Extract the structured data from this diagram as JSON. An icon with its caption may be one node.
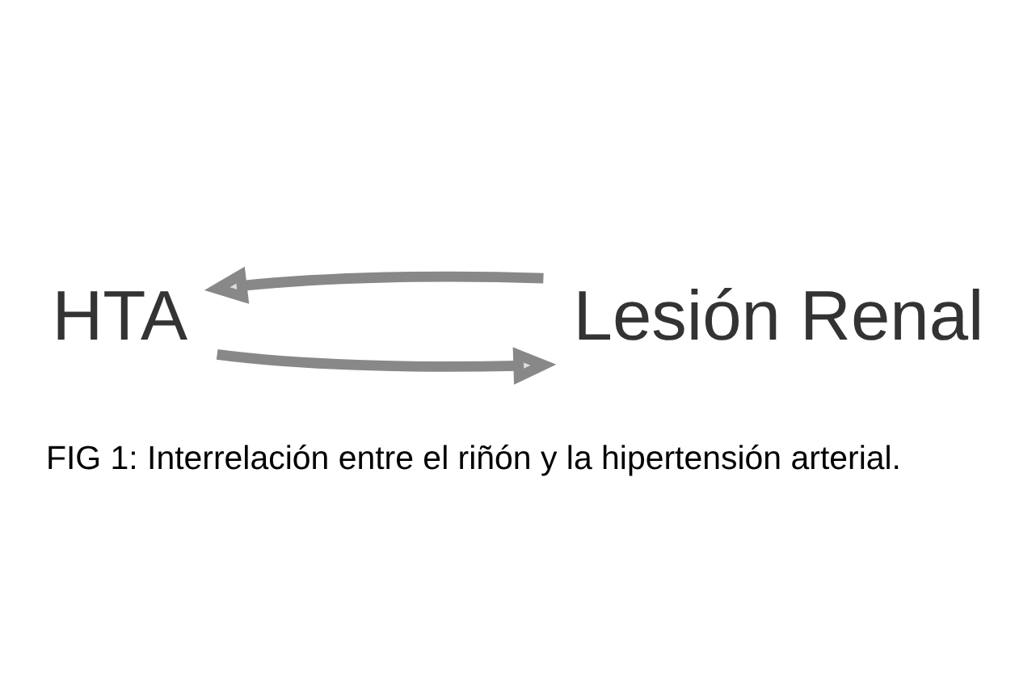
{
  "diagram": {
    "caption": "FIG 1: Interrelación entre el riñón y la hipertensión arterial.",
    "nodes": [
      {
        "text": [
          "HTA"
        ]
      },
      {
        "text": [
          "Lesión Renal"
        ]
      }
    ],
    "edges": [
      {
        "from": 0,
        "to": 1,
        "arrow": "to"
      },
      {
        "from": 1,
        "to": 0,
        "arrow": "to"
      }
    ]
  }
}
